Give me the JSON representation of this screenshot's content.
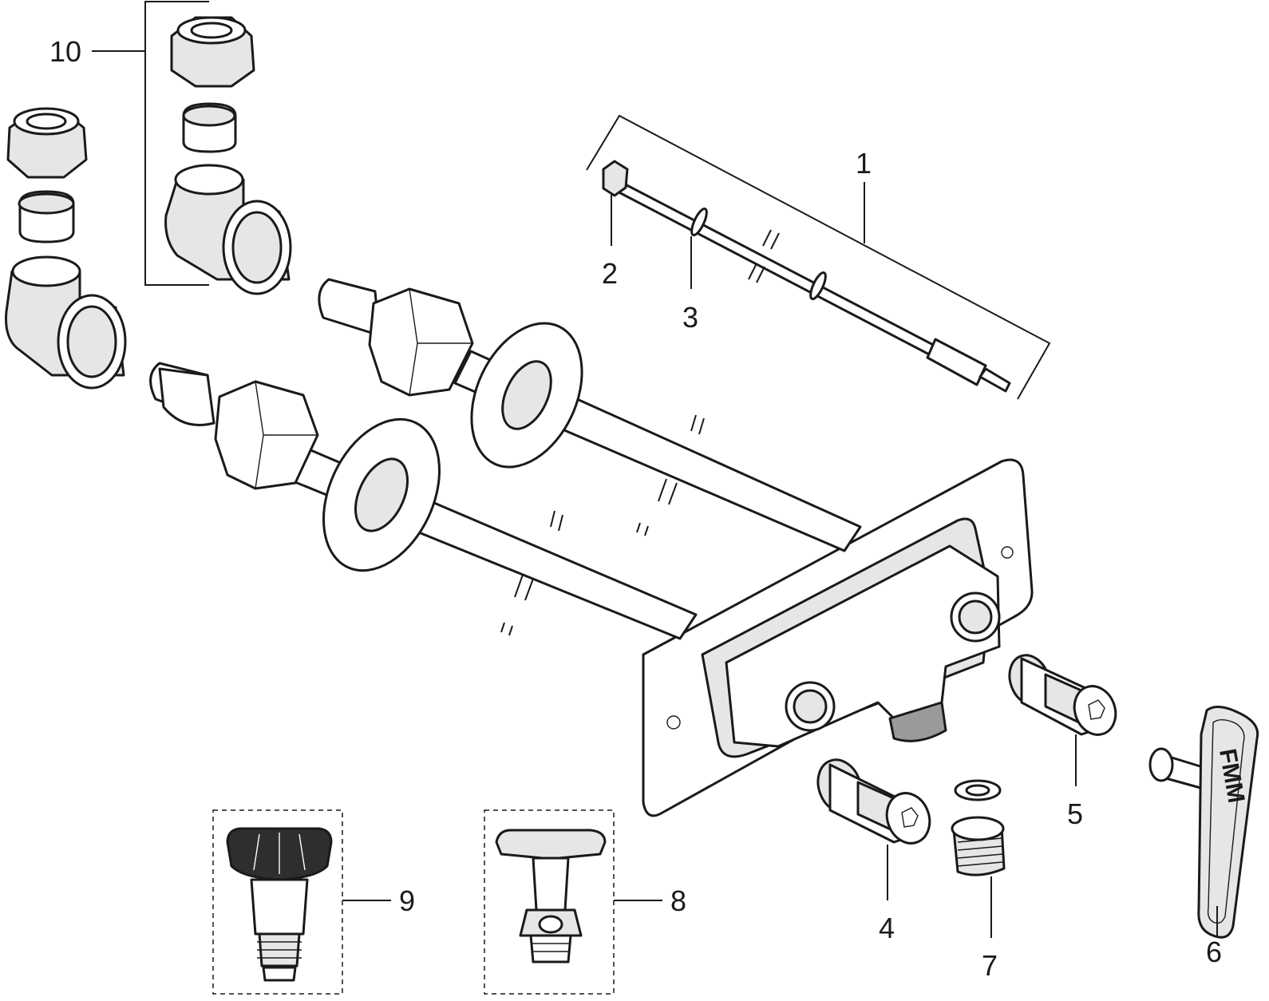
{
  "callouts": {
    "c1": "1",
    "c2": "2",
    "c3": "3",
    "c4": "4",
    "c5": "5",
    "c6": "6",
    "c7": "7",
    "c8": "8",
    "c9": "9",
    "c10": "10"
  },
  "key_marking": "FMM",
  "colors": {
    "ink": "#1a1a1a",
    "fill_light": "#e6e6e6",
    "fill_mid": "#9a9a9a",
    "fill_dark": "#2e2e2e"
  }
}
